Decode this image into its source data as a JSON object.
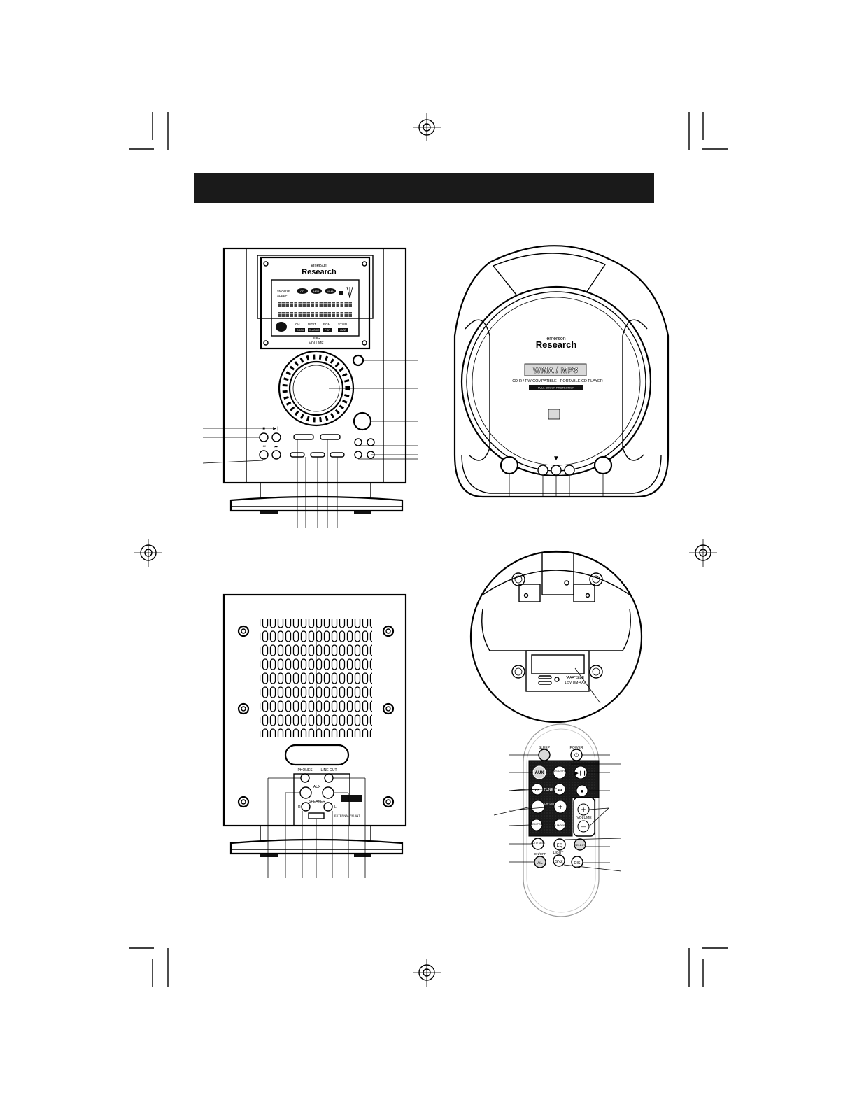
{
  "header_bar": {
    "color": "#1a1a1a"
  },
  "main_unit": {
    "brand_small": "emerson",
    "brand_large": "Research",
    "lcd": {
      "left_labels": [
        "SNOOZE",
        "SLEEP"
      ],
      "discs": [
        "CD",
        "MP3",
        "WMA"
      ],
      "bottom_labels": [
        "CH",
        "DIGIT",
        "PGM",
        "ST/SD"
      ],
      "boxed_labels": [
        "ROCK",
        "CLASSIC",
        "POP",
        "JAZZ"
      ]
    },
    "jog_label": "JOG",
    "volume_label": "VOLUME"
  },
  "cd_player": {
    "brand_small": "emerson",
    "brand_large": "Research",
    "format_badge": "WMA / MP3",
    "compat_text": "CD-R / RW COMPATIBLE - PORTABLE CD PLAYER",
    "protection_text": "FULL SHOCK PROTECTION"
  },
  "battery": {
    "size_text": "\"AAA\" SIZE",
    "spec_text": "1.5V UM-4X2"
  },
  "rear_panel": {
    "phones": "PHONES",
    "line_out": "LINE OUT",
    "aux": "AUX",
    "speaker": "SPEAKER",
    "speaker_r": "R",
    "speaker_l": "L",
    "antenna": "EXTERNAL FM ANT"
  },
  "remote": {
    "sleep": "SLEEP",
    "power": "POWER",
    "power_symbol": "⏻",
    "aux": "AUX",
    "music_sync": "MUSIC SYNC",
    "play_pause": "▶❙❙",
    "stop": "■",
    "prev": "⏮",
    "tune": "TUNE",
    "next": "⏭",
    "minus": "—",
    "ch_dir": "CH/ DIR",
    "plus": "+",
    "volume": "VOLUME",
    "vol_plus": "+",
    "vol_minus": "—",
    "mem_pgm": "MEM PGM",
    "mode": "P-MODE",
    "auto_seek": "AUTO SEEK",
    "eq": "EQ",
    "select": "SELECT",
    "light": "LIGHT",
    "on_off": "ON/OFF",
    "al": "AL",
    "snz": "SNZ",
    "dis": "DIS"
  }
}
